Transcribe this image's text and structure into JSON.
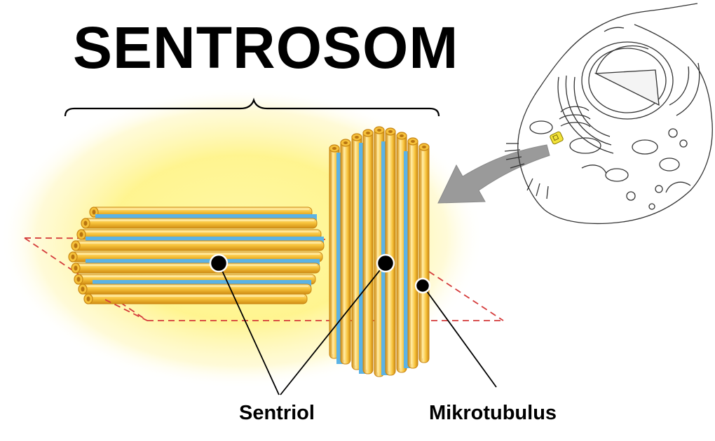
{
  "title": "SENTROSOM",
  "labels": {
    "sentriol": "Sentriol",
    "mikrotubulus": "Mikrotubulus"
  },
  "colors": {
    "glow": "#fff59a",
    "tube_fill": "#f7c23d",
    "tube_edge": "#c98612",
    "tube_highlight": "#ffe89a",
    "tube_inner": "#5bb3e6",
    "plane_line": "#d43a3a",
    "arrow": "#9a9a9a",
    "ink": "#000000"
  },
  "icons": {
    "cell_inset": "animal-cell-icon",
    "pointer_arrow": "arrow-icon"
  }
}
